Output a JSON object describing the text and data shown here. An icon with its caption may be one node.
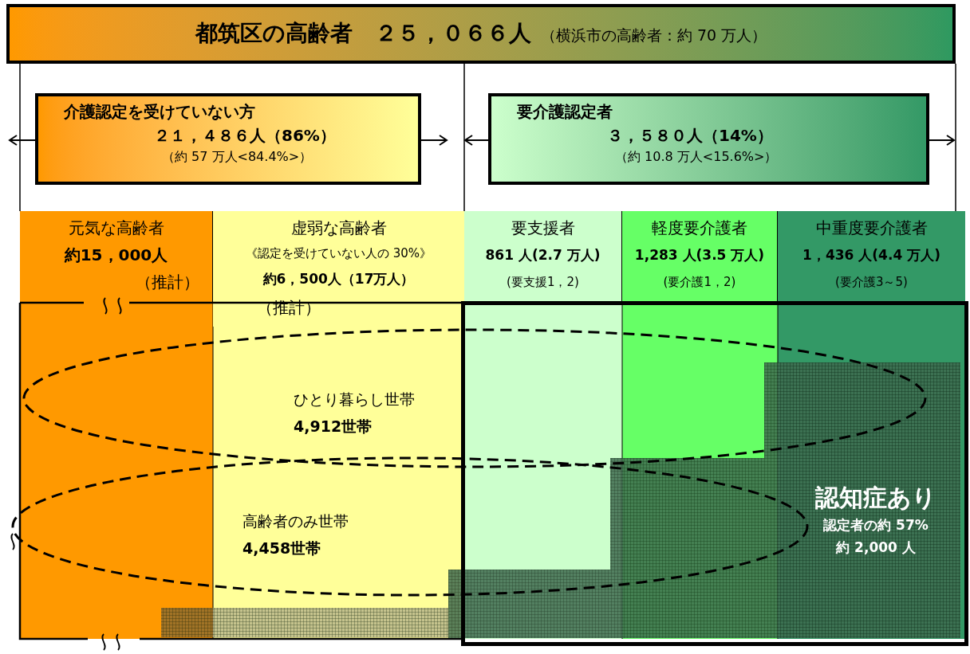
{
  "diagram": {
    "nodes": [
      {
        "text": [
          "都筑区の高齢者　２５，０６６人",
          "（横浜市の高齢者：約 70 万人）"
        ]
      },
      {
        "text": [
          "介護認定を受けていない方",
          "２１，４８６人（86%）",
          "（約 57 万人<84.4%>）"
        ]
      },
      {
        "text": [
          "要介護認定者",
          "３，５８０人（14%）",
          "（約 10.8 万人<15.6%>）"
        ]
      },
      {
        "text": [
          "元気な高齢者",
          "約15，000人",
          "（推計）"
        ]
      },
      {
        "text": [
          "虚弱な高齢者",
          "《認定を受けていない人の 30%》",
          "約6，500人（17万人）",
          "（推計）"
        ]
      },
      {
        "text": [
          "要支援者",
          "861 人(2.7 万人)",
          "(要支援1，2)"
        ]
      },
      {
        "text": [
          "軽度要介護者",
          "1,283 人(3.5 万人)",
          "(要介護1，2)"
        ]
      },
      {
        "text": [
          "中重度要介護者",
          "1，436 人(4.4 万人)",
          "(要介護3～5)"
        ]
      },
      {
        "text": [
          "ひとり暮らし世帯",
          "4,912世帯"
        ]
      },
      {
        "text": [
          "高齢者のみ世帯",
          "4,458世帯"
        ]
      },
      {
        "text": [
          "認知症あり",
          "認定者の約 57%",
          "約 2,000 人"
        ]
      }
    ],
    "edges": [
      {
        "from": 1,
        "to": null,
        "arrow": "to"
      },
      {
        "from": 1,
        "to": null,
        "arrow": "to"
      },
      {
        "from": 2,
        "to": null,
        "arrow": "to"
      },
      {
        "from": 2,
        "to": null,
        "arrow": "to"
      }
    ]
  }
}
